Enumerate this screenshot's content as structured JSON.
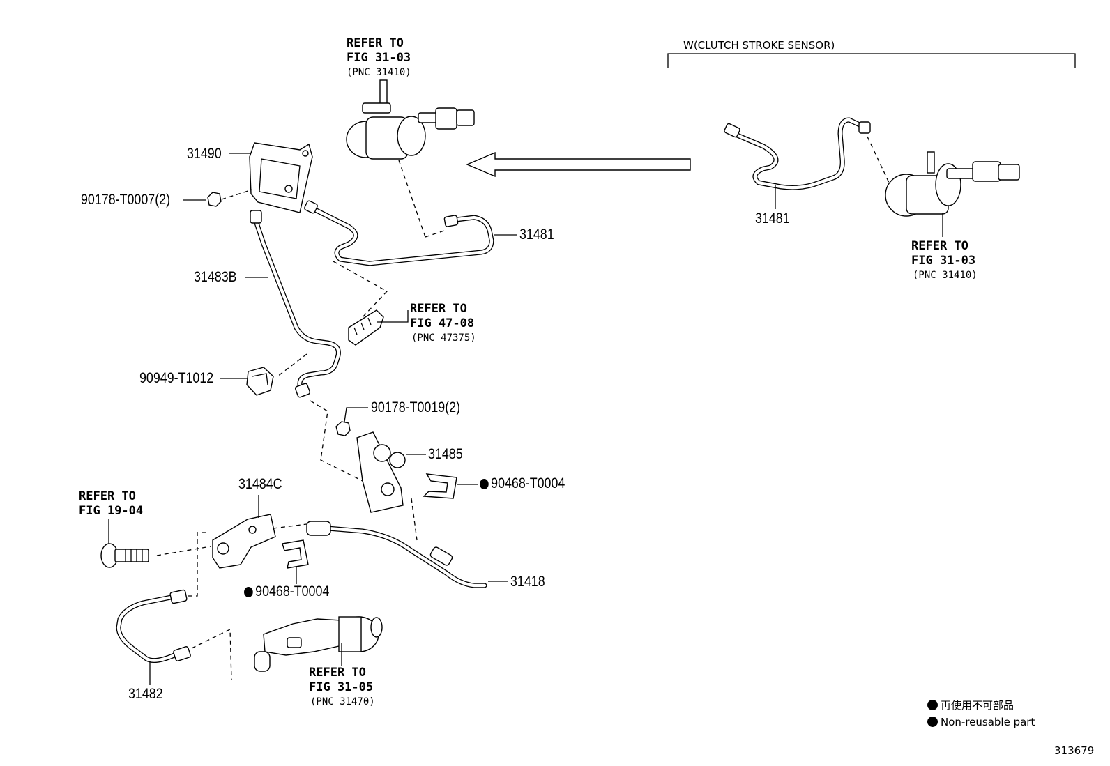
{
  "header": {
    "variant_label": "W(CLUTCH STROKE SENSOR)"
  },
  "parts": {
    "p31490": "31490",
    "p90178_t0007": "90178-T0007(2)",
    "p31481_main": "31481",
    "p31483b": "31483B",
    "p90949": "90949-T1012",
    "p90178_t0019": "90178-T0019(2)",
    "p31485": "31485",
    "p90468_a": "90468-T0004",
    "p31484c": "31484C",
    "p90468_b": "90468-T0004",
    "p31418": "31418",
    "p31482": "31482",
    "p31481_alt": "31481"
  },
  "refs": {
    "ref_top": {
      "line1": "REFER TO",
      "line2": "FIG 31-03",
      "pnc": "(PNC 31410)"
    },
    "ref_4708": {
      "line1": "REFER TO",
      "line2": "FIG 47-08",
      "pnc": "(PNC 47375)"
    },
    "ref_1904": {
      "line1": "REFER TO",
      "line2": "FIG 19-04"
    },
    "ref_3105": {
      "line1": "REFER TO",
      "line2": "FIG 31-05",
      "pnc": "(PNC 31470)"
    },
    "ref_right": {
      "line1": "REFER TO",
      "line2": "FIG 31-03",
      "pnc": "(PNC 31410)"
    }
  },
  "legend": {
    "jp": "再使用不可部品",
    "en": "Non-reusable part"
  },
  "illustration_id": "313679",
  "icons": {
    "non_reusable_marker": "filled-circle-icon",
    "direction_arrow": "left-arrow-icon"
  }
}
